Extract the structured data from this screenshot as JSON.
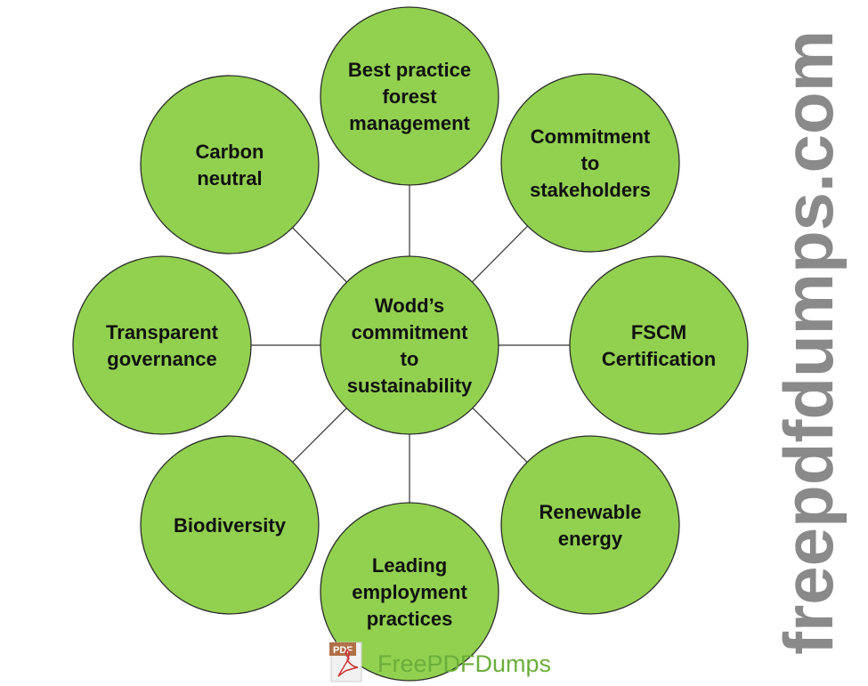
{
  "diagram": {
    "center": {
      "lines": [
        "Wodd’s",
        "commitment",
        "to",
        "sustainability"
      ]
    },
    "nodes": [
      {
        "id": "best-practice-forest-management",
        "lines": [
          "Best practice",
          "forest",
          "management"
        ]
      },
      {
        "id": "commitment-to-stakeholders",
        "lines": [
          "Commitment",
          "to",
          "stakeholders"
        ]
      },
      {
        "id": "fscm-certification",
        "lines": [
          "FSCM",
          "Certification"
        ]
      },
      {
        "id": "renewable-energy",
        "lines": [
          "Renewable",
          "energy"
        ]
      },
      {
        "id": "leading-employment-practices",
        "lines": [
          "Leading",
          "employment",
          "practices"
        ]
      },
      {
        "id": "biodiversity",
        "lines": [
          "Biodiversity"
        ]
      },
      {
        "id": "transparent-governance",
        "lines": [
          "Transparent",
          "governance"
        ]
      },
      {
        "id": "carbon-neutral",
        "lines": [
          "Carbon",
          "neutral"
        ]
      }
    ],
    "fill_color": "#92d050"
  },
  "watermark": {
    "text": "freepdfdumps.com"
  },
  "logo": {
    "badge": "PDF",
    "text": "FreePDFDumps"
  }
}
